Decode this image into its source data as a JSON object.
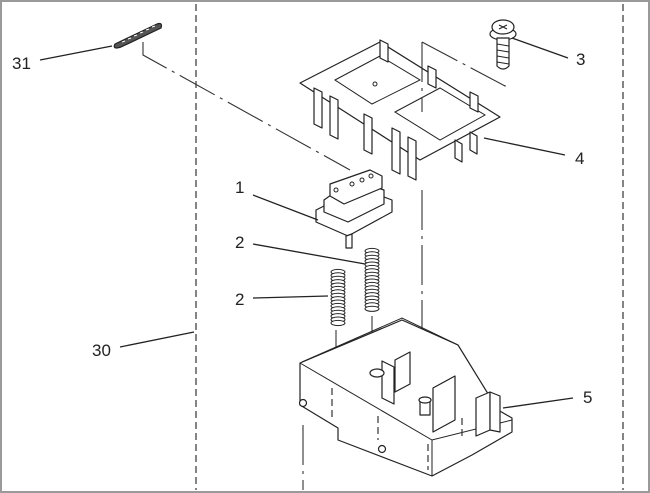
{
  "diagram": {
    "type": "exploded-parts-view",
    "callouts": [
      {
        "id": "callout-1",
        "label": "1",
        "part": "switch-block"
      },
      {
        "id": "callout-2a",
        "label": "2",
        "part": "spring"
      },
      {
        "id": "callout-2b",
        "label": "2",
        "part": "spring"
      },
      {
        "id": "callout-3",
        "label": "3",
        "part": "screw"
      },
      {
        "id": "callout-4",
        "label": "4",
        "part": "frame-bracket"
      },
      {
        "id": "callout-5",
        "label": "5",
        "part": "housing"
      },
      {
        "id": "callout-30",
        "label": "30",
        "part": "assembly-boundary"
      },
      {
        "id": "callout-31",
        "label": "31",
        "part": "connector-strip"
      }
    ]
  }
}
